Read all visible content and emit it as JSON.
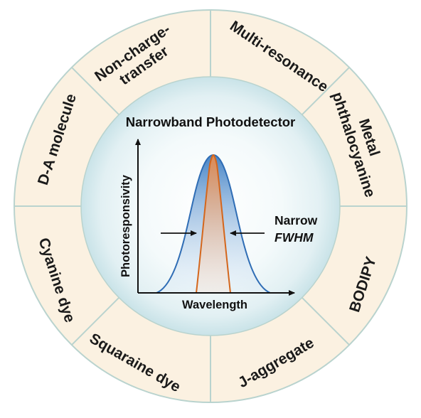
{
  "diagram": {
    "center_title": "Narrowband Photodetector",
    "plot": {
      "y_axis_label": "Photoresponsivity",
      "x_axis_label": "Wavelength",
      "annotation_line1": "Narrow",
      "annotation_line2": "FWHM"
    },
    "segments": [
      {
        "lines": [
          "Non-charge-",
          "transfer"
        ]
      },
      {
        "lines": [
          "Multi-resonance"
        ]
      },
      {
        "lines": [
          "Metal",
          "phthalocyanine"
        ]
      },
      {
        "lines": [
          "BODIPY"
        ]
      },
      {
        "lines": [
          "J-aggregate"
        ]
      },
      {
        "lines": [
          "Squaraine dye"
        ]
      },
      {
        "lines": [
          "Cyanine dye"
        ]
      },
      {
        "lines": [
          "D-A molecule"
        ]
      }
    ],
    "colors": {
      "ring_fill": "#fbf1e1",
      "ring_stroke": "#b9d3ce",
      "center_fill": "#e4f1f4",
      "broad_curve": "#2f6db5",
      "narrow_curve": "#d4661c",
      "axis": "#111111"
    }
  }
}
